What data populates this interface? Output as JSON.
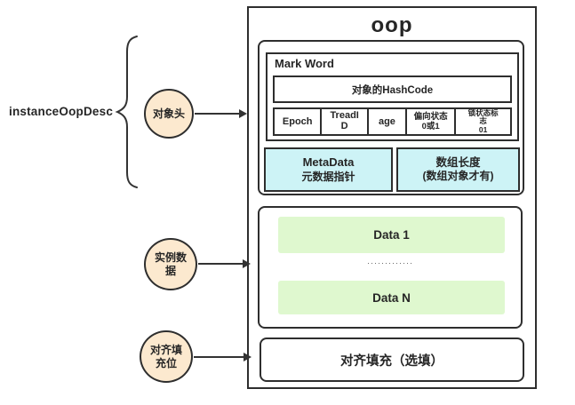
{
  "colors": {
    "border": "#2e2e2e",
    "circle_fill": "#fce9cf",
    "cyan_fill": "#cdf3f6",
    "green_fill": "#dff8cf",
    "text": "#262626"
  },
  "diagram": {
    "title": "oop",
    "left_label": "instanceOopDesc",
    "pointers": [
      {
        "lines": [
          "对象头"
        ]
      },
      {
        "lines": [
          "实例数",
          "据"
        ]
      },
      {
        "lines": [
          "对齐填",
          "充位"
        ]
      }
    ],
    "header_section": {
      "mark_word": {
        "label": "Mark Word",
        "hashcode": "对象的HashCode",
        "cells": [
          {
            "lines": [
              "Epoch"
            ]
          },
          {
            "lines": [
              "TreadI",
              "D"
            ]
          },
          {
            "lines": [
              "age"
            ]
          },
          {
            "lines": [
              "偏向状态",
              "0或1"
            ]
          },
          {
            "lines": [
              "锁状态标",
              "志",
              "01"
            ]
          }
        ]
      },
      "metadata_box": {
        "lines": [
          "MetaData",
          "元数据指针"
        ]
      },
      "array_length_box": {
        "lines": [
          "数组长度",
          "(数组对象才有)"
        ]
      }
    },
    "instance_section": {
      "data_first": "Data 1",
      "ellipsis": "·············",
      "data_last": "Data N"
    },
    "padding_section": {
      "label": "对齐填充（选填）"
    }
  }
}
